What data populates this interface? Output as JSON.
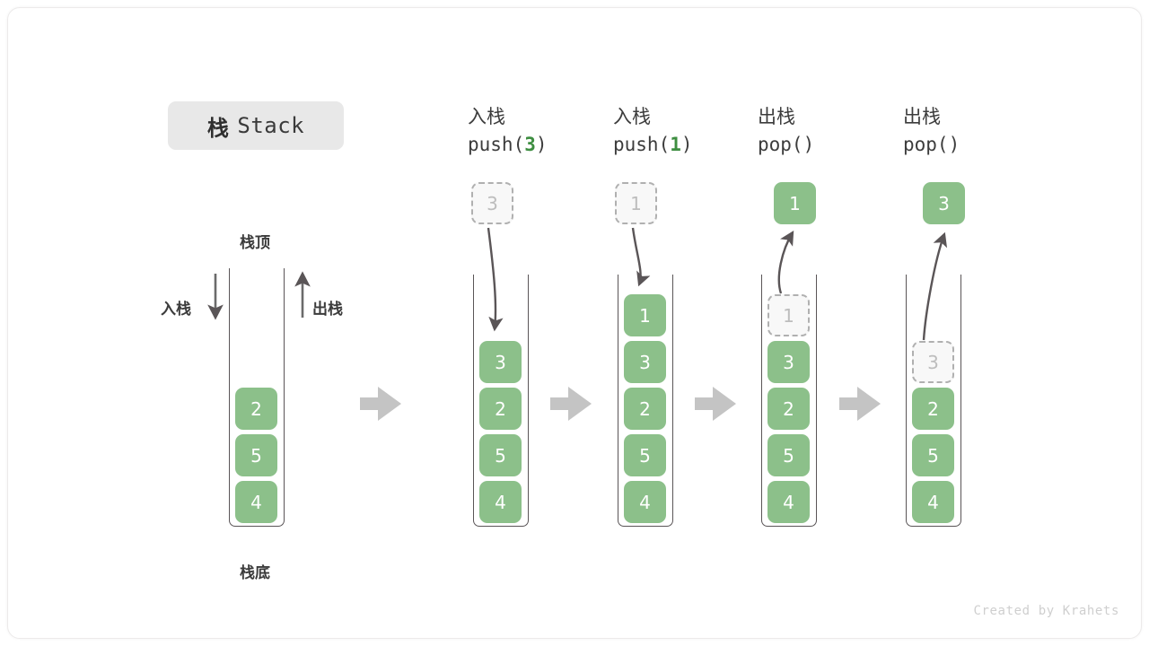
{
  "title": {
    "cn": "栈",
    "en": "Stack"
  },
  "labels": {
    "top": "栈顶",
    "bottom": "栈底",
    "push_side": "入栈",
    "pop_side": "出栈"
  },
  "colors": {
    "cell_fill": "#8cc08a",
    "cell_text": "#ffffff",
    "ghost_border": "#b0b0b0",
    "ghost_fill": "#f8f8f8",
    "ghost_text": "#bdbdbd",
    "accent_green": "#3e8e41",
    "stroke": "#5a5557",
    "arrow_gray": "#c4c4c4",
    "badge_bg": "#e8e8e8"
  },
  "columns": [
    {
      "id": "initial",
      "header_cn": "",
      "header_code": "",
      "header_arg": "",
      "cells": [
        "2",
        "5",
        "4"
      ],
      "ghost_index": -1,
      "outside": null
    },
    {
      "id": "push-3",
      "header_cn": "入栈",
      "header_code_prefix": "push(",
      "header_arg": "3",
      "header_code_suffix": ")",
      "cells": [
        "3",
        "2",
        "5",
        "4"
      ],
      "ghost_index": -1,
      "outside": {
        "value": "3",
        "style": "ghost"
      }
    },
    {
      "id": "push-1",
      "header_cn": "入栈",
      "header_code_prefix": "push(",
      "header_arg": "1",
      "header_code_suffix": ")",
      "cells": [
        "1",
        "3",
        "2",
        "5",
        "4"
      ],
      "ghost_index": -1,
      "outside": {
        "value": "1",
        "style": "ghost"
      }
    },
    {
      "id": "pop-1",
      "header_cn": "出栈",
      "header_code_prefix": "pop(",
      "header_arg": "",
      "header_code_suffix": ")",
      "cells": [
        "1",
        "3",
        "2",
        "5",
        "4"
      ],
      "ghost_index": 0,
      "outside": {
        "value": "1",
        "style": "filled"
      }
    },
    {
      "id": "pop-3",
      "header_cn": "出栈",
      "header_code_prefix": "pop(",
      "header_arg": "",
      "header_code_suffix": ")",
      "cells": [
        "3",
        "2",
        "5",
        "4"
      ],
      "ghost_index": 0,
      "outside": {
        "value": "3",
        "style": "filled"
      }
    }
  ],
  "credit": "Created by Krahets"
}
